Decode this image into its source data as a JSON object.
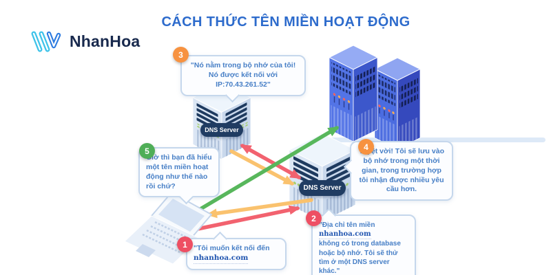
{
  "logo": {
    "text": "NhanHoa"
  },
  "header": {
    "title": "CÁCH THỨC TÊN MIỀN HOẠT ĐỘNG"
  },
  "servers": {
    "left_label": "DNS Server",
    "middle_label": "DNS Server"
  },
  "steps": [
    {
      "number": "1",
      "badge_color": "#ee4f63",
      "bubble": {
        "prefix": "\"Tôi muốn kết nối đến",
        "link": "nhanhoa.com",
        "suffix": ""
      }
    },
    {
      "number": "2",
      "badge_color": "#ee4f63",
      "bubble": {
        "prefix": "\"Địa chỉ tên miền",
        "link": "nhanhoa.com",
        "suffix": "không có trong database hoặc bộ nhớ. Tôi sẽ thử tìm ở một DNS server khác.\""
      }
    },
    {
      "number": "3",
      "badge_color": "#f79240",
      "bubble": {
        "prefix": "\"Nó nằm trong bộ nhớ của tôi! Nó được kết nối với IP:",
        "ip": "70.43.261.52",
        "suffix": "\""
      }
    },
    {
      "number": "4",
      "badge_color": "#f79240",
      "bubble": {
        "text": "Tuyệt vời! Tôi sẽ lưu vào bộ nhớ trong một thời gian, trong trường hợp tôi nhận được nhiều yêu cầu hơn."
      }
    },
    {
      "number": "5",
      "badge_color": "#4fae57",
      "bubble": {
        "text": "Giờ thì bạn đã hiểu một tên miền hoạt động như thế nào rồi chứ?"
      }
    }
  ],
  "arrows": [
    {
      "name": "laptop-query-to-dns",
      "color": "#f2626f",
      "from": "laptop",
      "to": "dns-server-middle",
      "double_headed": false
    },
    {
      "name": "dns-response-to-laptop",
      "color": "#fac26e",
      "from": "dns-server-middle",
      "to": "laptop",
      "double_headed": false
    },
    {
      "name": "dns-to-dns-lookup",
      "color": "#f2626f",
      "from": "dns-server-middle",
      "to": "dns-server-left",
      "double_headed": true
    },
    {
      "name": "dns-to-dns-response",
      "color": "#fac26e",
      "from": "dns-server-left",
      "to": "dns-server-middle",
      "double_headed": false
    },
    {
      "name": "laptop-to-root-servers",
      "color": "#58b75c",
      "from": "laptop",
      "to": "root-server-buildings",
      "double_headed": false
    }
  ],
  "colors": {
    "title": "#2d6bcc",
    "bubble_border": "#c5d7ec",
    "bubble_text": "#477fc6",
    "badge_red": "#ee4f63",
    "badge_orange": "#f79240",
    "badge_green": "#4fae57",
    "pill_bg": "#203c62",
    "arrow_red": "#f2626f",
    "arrow_orange": "#fac26e",
    "arrow_green": "#58b75c",
    "logo_cyan": "#3fc3e9",
    "logo_blue": "#2e7ce0"
  }
}
